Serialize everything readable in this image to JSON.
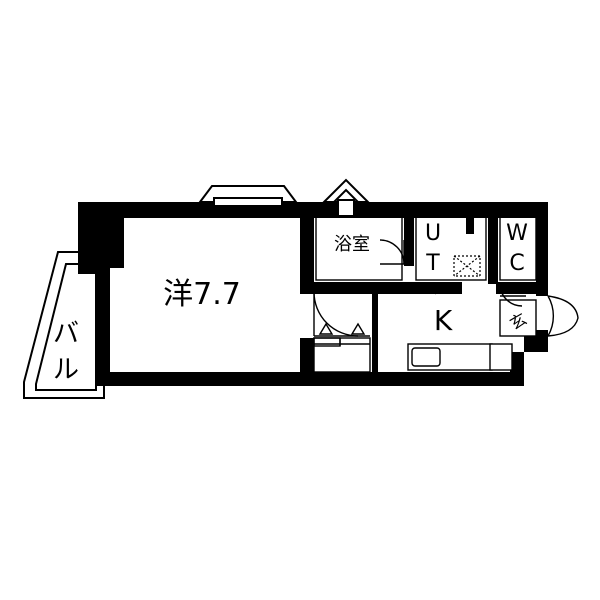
{
  "floorplan": {
    "rooms": {
      "western_room": {
        "label": "洋7.7"
      },
      "bathroom": {
        "label": "浴室"
      },
      "utility_u": {
        "label": "U"
      },
      "utility_t": {
        "label": "T"
      },
      "wc_w": {
        "label": "W"
      },
      "wc_c": {
        "label": "C"
      },
      "kitchen": {
        "label": "K"
      },
      "entrance": {
        "label": "玄"
      },
      "balcony_top": {
        "label": "バ"
      },
      "balcony_bottom": {
        "label": "ル"
      }
    }
  }
}
